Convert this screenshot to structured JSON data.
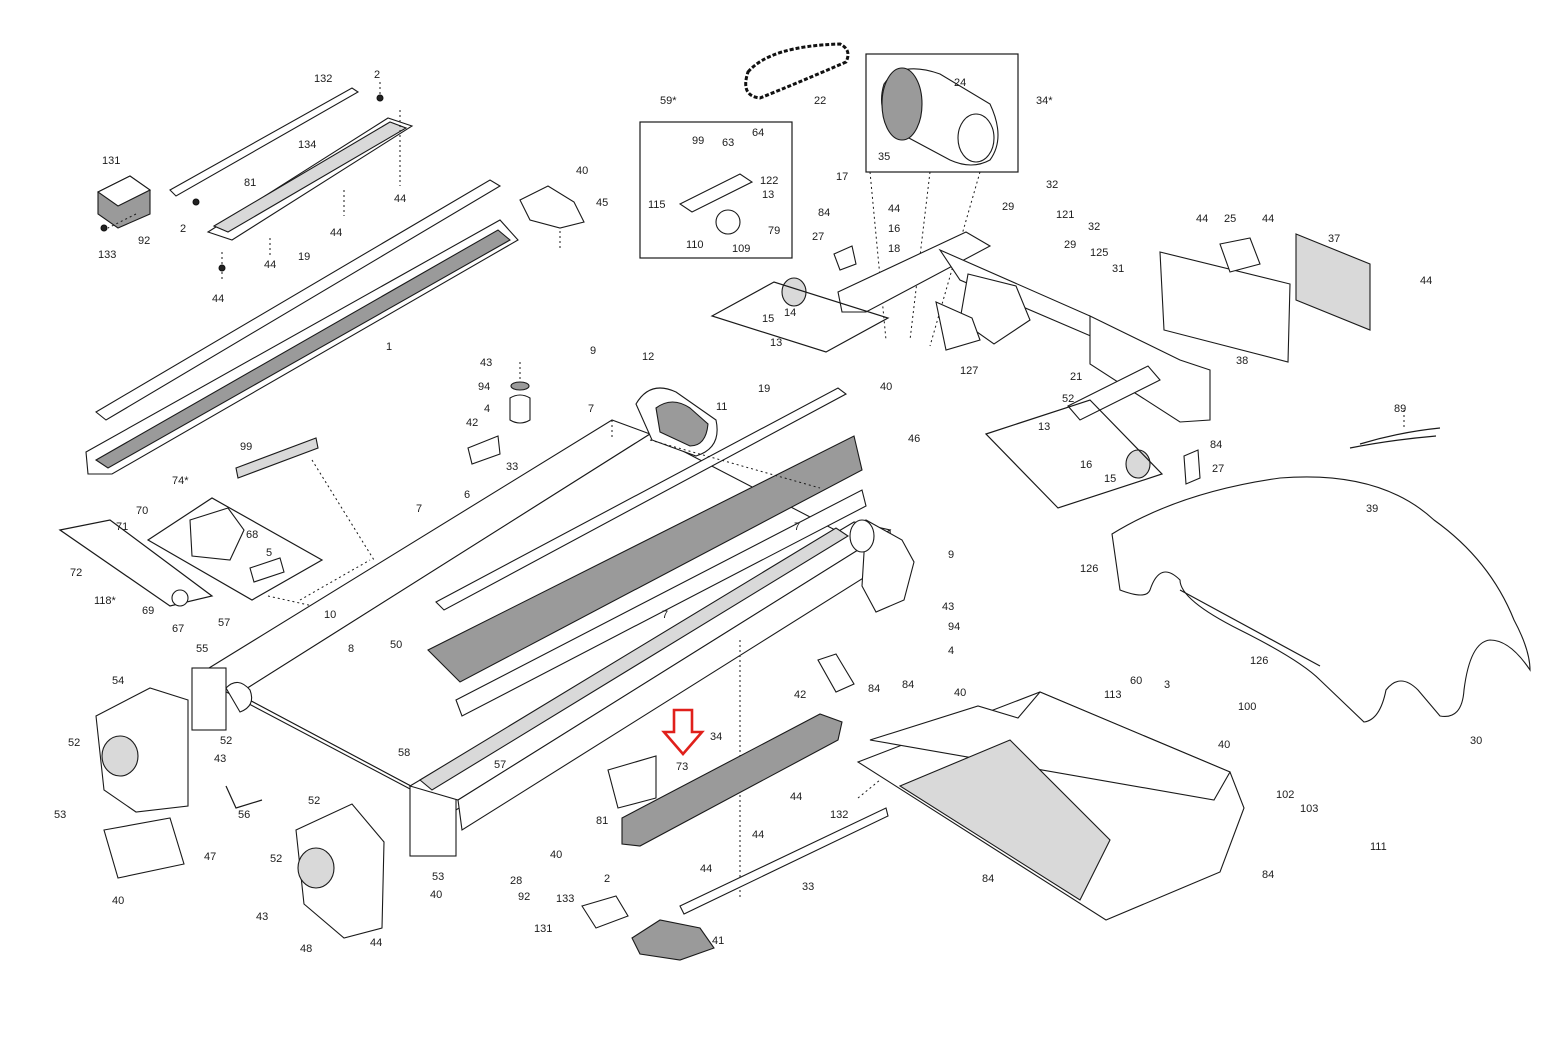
{
  "highlight": {
    "target_label": "73",
    "color": "#e0201b"
  },
  "callouts": [
    "132",
    "2",
    "131",
    "134",
    "81",
    "92",
    "133",
    "2",
    "44",
    "44",
    "44",
    "44",
    "40",
    "45",
    "19",
    "1",
    "59*",
    "99",
    "63",
    "64",
    "122",
    "13",
    "115",
    "110",
    "109",
    "79",
    "22",
    "24",
    "34*",
    "35",
    "17",
    "84",
    "16",
    "27",
    "18",
    "44",
    "29",
    "32",
    "121",
    "32",
    "29",
    "125",
    "31",
    "25",
    "44",
    "37",
    "44",
    "44",
    "38",
    "15",
    "14",
    "13",
    "127",
    "21",
    "52",
    "43",
    "94",
    "4",
    "9",
    "12",
    "7",
    "11",
    "19",
    "40",
    "46",
    "42",
    "33",
    "99",
    "74*",
    "70",
    "71",
    "68",
    "72",
    "5",
    "118*",
    "69",
    "67",
    "10",
    "6",
    "7",
    "7",
    "50",
    "7",
    "57",
    "55",
    "8",
    "13",
    "16",
    "15",
    "84",
    "27",
    "89",
    "39",
    "126",
    "9",
    "43",
    "94",
    "4",
    "54",
    "52",
    "52",
    "43",
    "53",
    "56",
    "47",
    "40",
    "58",
    "57",
    "73",
    "34",
    "44",
    "81",
    "40",
    "44",
    "44",
    "2",
    "132",
    "33",
    "42",
    "84",
    "84",
    "40",
    "113",
    "60",
    "3",
    "100",
    "40",
    "102",
    "103",
    "111",
    "126",
    "30",
    "52",
    "52",
    "53",
    "43",
    "40",
    "48",
    "44",
    "28",
    "92",
    "133",
    "131",
    "41",
    "84",
    "84"
  ]
}
